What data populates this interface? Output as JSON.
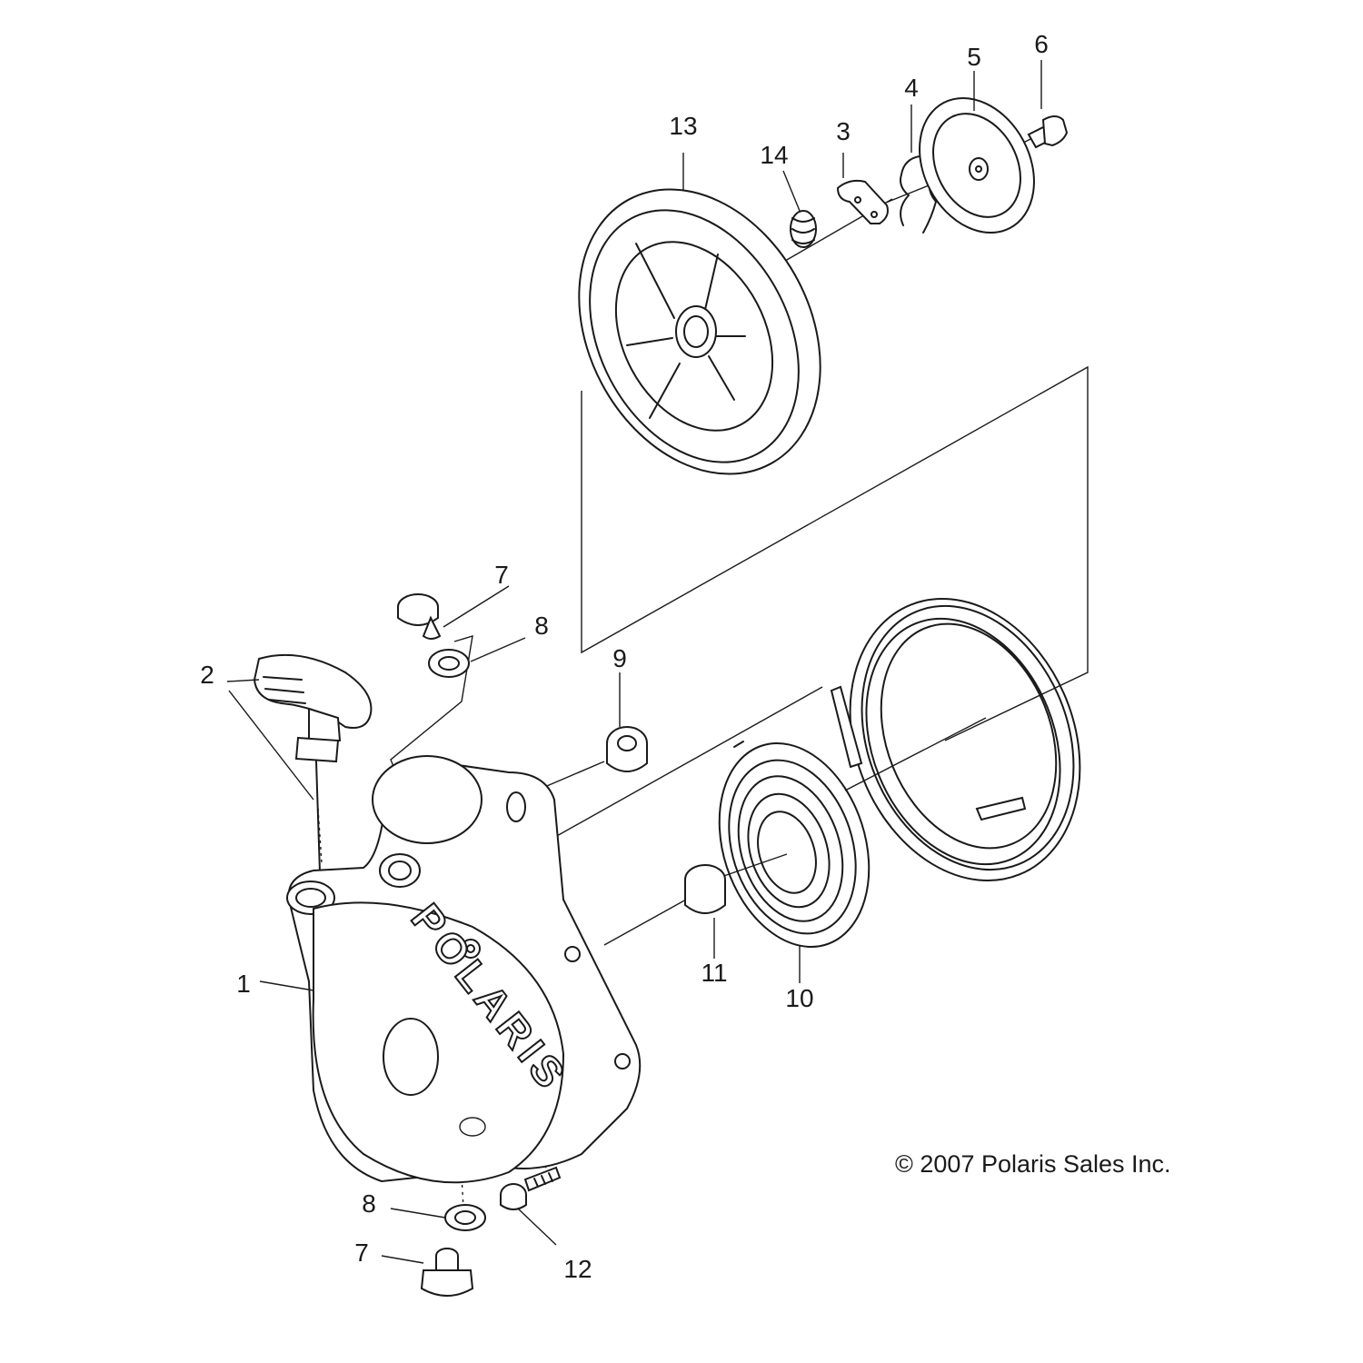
{
  "diagram": {
    "copyright": "© 2007 Polaris Sales Inc.",
    "logo_text": "POLARIS",
    "callouts": [
      "1",
      "2",
      "3",
      "4",
      "5",
      "6",
      "7",
      "8",
      "9",
      "10",
      "11",
      "12",
      "13",
      "14",
      "7",
      "8"
    ]
  }
}
